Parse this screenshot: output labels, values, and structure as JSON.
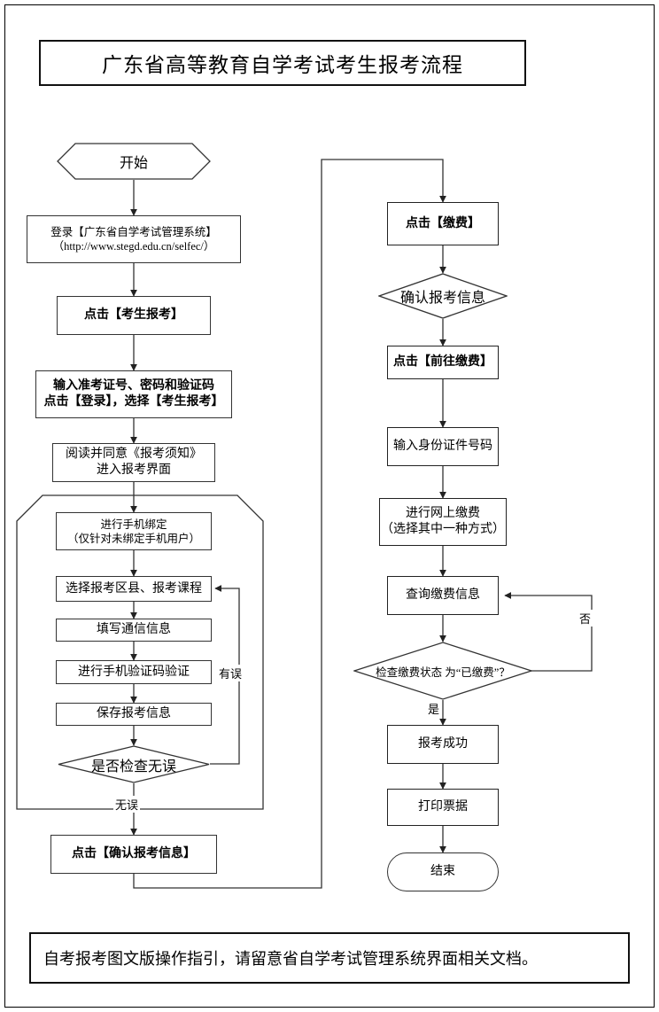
{
  "document": {
    "title": "广东省高等教育自学考试考生报考流程",
    "footer_note": "自考报考图文版操作指引，请留意省自学考试管理系统界面相关文档。"
  },
  "flowchart": {
    "type": "flowchart",
    "orientation": "two-column, left column then right column",
    "left_column": {
      "start": {
        "shape": "hexagon",
        "label": "开始"
      },
      "nodes": [
        {
          "shape": "rect",
          "label": "登录【广东省自学考试管理系统】\n（http://www.stegd.edu.cn/selfec/）"
        },
        {
          "shape": "rect",
          "label": "点击【考生报考】"
        },
        {
          "shape": "rect",
          "label": "输入准考证号、密码和验证码\n点击【登录】，选择【考生报考】"
        },
        {
          "shape": "rect",
          "label": "阅读并同意《报考须知》\n进入报考界面"
        }
      ],
      "group": {
        "shape": "chamfered-container",
        "nodes": [
          {
            "shape": "rect",
            "label": "进行手机绑定\n（仅针对未绑定手机用户）"
          },
          {
            "shape": "rect",
            "label": "选择报考区县、报考课程"
          },
          {
            "shape": "rect",
            "label": "填写通信信息"
          },
          {
            "shape": "rect",
            "label": "进行手机验证码验证"
          },
          {
            "shape": "rect",
            "label": "保存报考信息"
          },
          {
            "shape": "diamond",
            "label": "是否检查无误"
          }
        ],
        "edge_labels": {
          "loop_back": "有误",
          "proceed": "无误"
        }
      },
      "after_group": [
        {
          "shape": "rect",
          "label": "点击【确认报考信息】"
        }
      ]
    },
    "right_column": {
      "nodes": [
        {
          "shape": "rect",
          "label": "点击【缴费】"
        },
        {
          "shape": "diamond",
          "label": "确认报考信息"
        },
        {
          "shape": "rect",
          "label": "点击【前往缴费】"
        },
        {
          "shape": "rect",
          "label": "输入身份证件号码"
        },
        {
          "shape": "rect",
          "label": "进行网上缴费\n（选择其中一种方式）"
        },
        {
          "shape": "rect",
          "label": "查询缴费信息"
        },
        {
          "shape": "diamond",
          "label": "检查缴费状态\n为“已缴费”？"
        },
        {
          "shape": "rect",
          "label": "报考成功"
        },
        {
          "shape": "rect",
          "label": "打印票据"
        }
      ],
      "end": {
        "shape": "terminal",
        "label": "结束"
      },
      "edge_labels": {
        "loop_back": "否",
        "proceed": "是"
      }
    }
  },
  "colors": {
    "line": "#333333",
    "border": "#111111",
    "background": "#ffffff"
  }
}
